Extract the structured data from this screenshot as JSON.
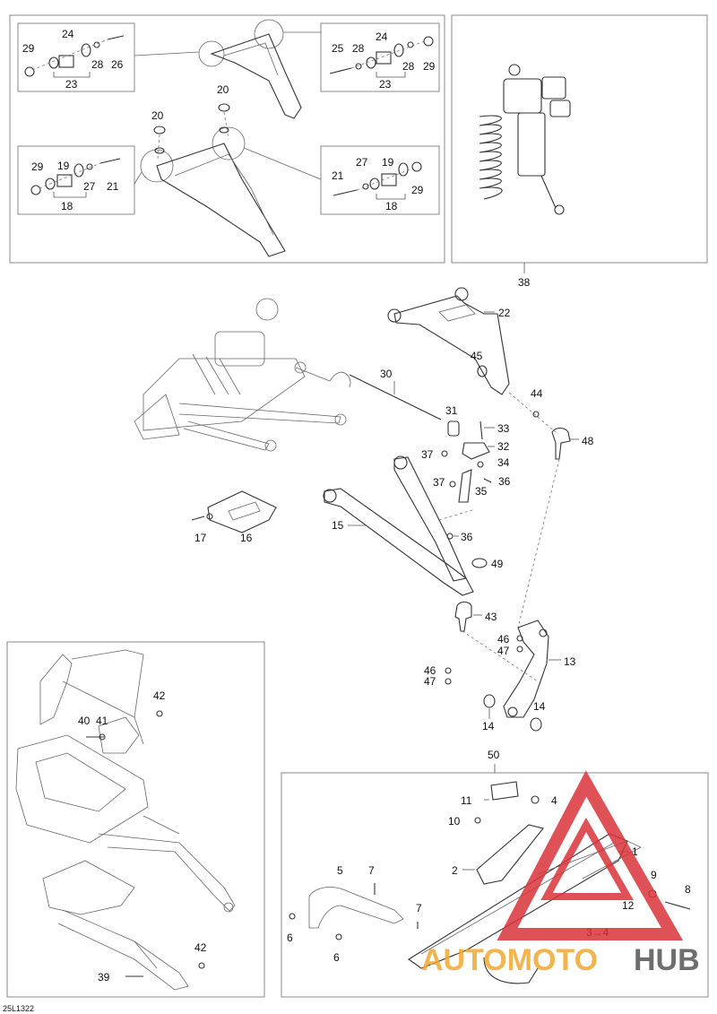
{
  "diagram_id": "25L1322",
  "watermark": {
    "text_part1": "AUTOMOTO",
    "text_part2": "HUB",
    "color_main": "#d9333a",
    "color_accent": "#f0a830",
    "color_dark": "#555555"
  },
  "boxes": {
    "top_left": {
      "group_a": {
        "n29": "29",
        "n24": "24",
        "n28": "28",
        "n26": "26",
        "n23": "23"
      },
      "group_b": {
        "n25": "25",
        "n28": "28",
        "n24": "24",
        "n28b": "28",
        "n29": "29",
        "n23": "23"
      },
      "group_c": {
        "n29": "29",
        "n19": "19",
        "n27": "27",
        "n21": "21",
        "n18": "18"
      },
      "group_d": {
        "n21": "21",
        "n27": "27",
        "n19": "19",
        "n29": "29",
        "n18": "18"
      },
      "n20a": "20",
      "n20b": "20"
    },
    "top_right": {
      "n38": "38"
    },
    "bottom_left": {
      "n42a": "42",
      "n40": "40",
      "n41": "41",
      "n42b": "42",
      "n39": "39"
    },
    "bottom_right": {
      "n50": "50",
      "n11": "11",
      "n4": "4",
      "n10": "10",
      "n1": "1",
      "n2": "2",
      "n5": "5",
      "n7a": "7",
      "n7b": "7",
      "n9": "9",
      "n8": "8",
      "n12": "12",
      "n6a": "6",
      "n6b": "6",
      "n3_4": "3→4"
    }
  },
  "main": {
    "n22": "22",
    "n45": "45",
    "n30": "30",
    "n44": "44",
    "n48": "48",
    "n31": "31",
    "n33": "33",
    "n32": "32",
    "n37a": "37",
    "n34": "34",
    "n37b": "37",
    "n35": "35",
    "n36a": "36",
    "n15": "15",
    "n36b": "36",
    "n49": "49",
    "n17": "17",
    "n16": "16",
    "n43": "43",
    "n46a": "46",
    "n47a": "47",
    "n13": "13",
    "n46b": "46",
    "n47b": "47",
    "n14a": "14",
    "n14b": "14"
  }
}
